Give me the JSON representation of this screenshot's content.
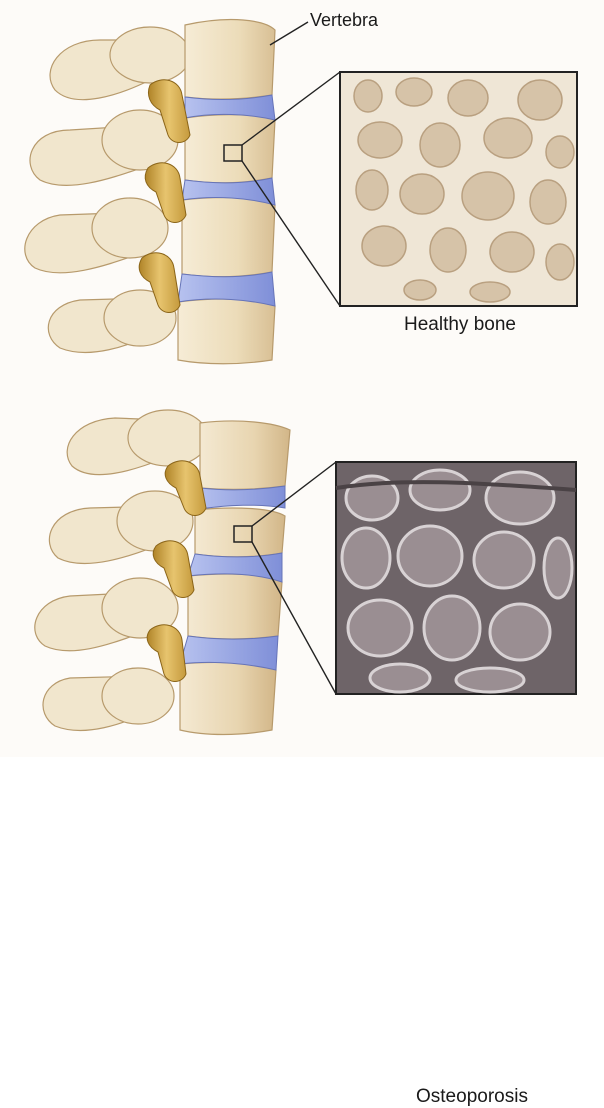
{
  "labels": {
    "vertebra": "Vertebra",
    "healthy_bone": "Healthy bone",
    "osteoporosis": "Osteoporosis"
  },
  "colors": {
    "bone": "#efe3c8",
    "bone_shadow": "#cdb58f",
    "disc": "#8f9fe0",
    "facet_joint": "#d9b25a",
    "healthy_matrix": "#efe6d6",
    "osteoporotic_matrix": "#6e6468"
  }
}
